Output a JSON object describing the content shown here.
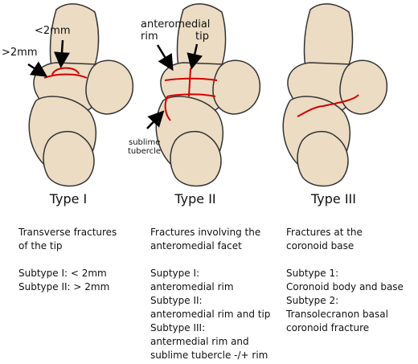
{
  "annotations": {
    "lt2": "<2mm",
    "gt2": ">2mm",
    "anteromedial_line1": "anteromedial",
    "anteromedial_line2": "rim",
    "tip": "tip",
    "sublime_line1": "sublime",
    "sublime_line2": "tubercle"
  },
  "types": [
    {
      "title": "Type I",
      "heading": [
        "Transverse fractures",
        "of the tip"
      ],
      "details": [
        "Subtype I:  < 2mm",
        "Subtype II: > 2mm"
      ]
    },
    {
      "title": "Type II",
      "heading": [
        "Fractures involving the",
        "anteromedial facet"
      ],
      "details": [
        "Suptype I:",
        "anteromedial rim",
        "Subtype II:",
        "anteromedial rim and tip",
        "Subtype III:",
        "antermedial rim and",
        "sublime tubercle -/+ rim"
      ]
    },
    {
      "title": "Type III",
      "heading": [
        "Fractures at the",
        "coronoid base"
      ],
      "details": [
        "Subtype 1:",
        "Coronoid body and base",
        "Subtype 2:",
        "Transolecranon basal",
        "coronoid fracture"
      ]
    }
  ],
  "colors": {
    "bone": "#ecdcc3",
    "outline": "#333333",
    "fracture": "#d40000"
  }
}
